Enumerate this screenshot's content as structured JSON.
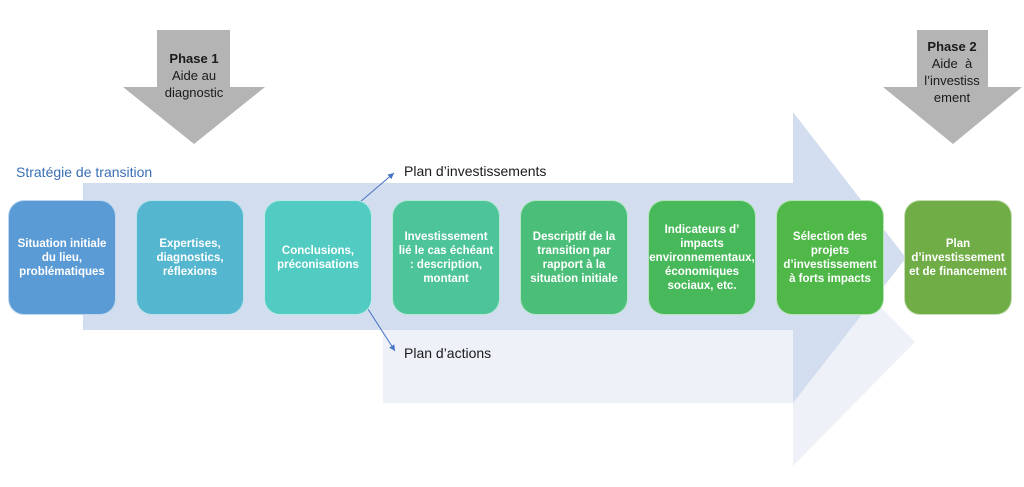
{
  "diagram": {
    "strategy_title": "Stratégie de transition",
    "phases": [
      {
        "title": "Phase 1",
        "lines": [
          "Aide au",
          "diagnostic"
        ],
        "color": "#b4b4b4"
      },
      {
        "title": "Phase 2",
        "lines": [
          "Aide  à",
          "l’investiss",
          "ement"
        ],
        "color": "#b4b4b4"
      }
    ],
    "branches": {
      "top": "Plan d’investissements",
      "bottom": "Plan d’actions"
    },
    "steps": [
      {
        "label": "Situation initiale du lieu, problématiques",
        "color": "#5b9bd5"
      },
      {
        "label": "Expertises, diagnostics, réflexions",
        "color": "#55b6cf"
      },
      {
        "label": "Conclusions, préconisations",
        "color": "#52cbc2"
      },
      {
        "label": "Investissement lié le cas échéant : description, montant",
        "color": "#4dc49a"
      },
      {
        "label": "Descriptif de la transition par rapport à la situation initiale",
        "color": "#4bbf79"
      },
      {
        "label": "Indicateurs d’ impacts environnementaux, économiques sociaux, etc.",
        "color": "#48b95a"
      },
      {
        "label": "Sélection des projets d’investissement à forts impacts",
        "color": "#4fb848"
      },
      {
        "label": "Plan d’investissement et de financement",
        "color": "#70ad47"
      }
    ],
    "colors": {
      "main_arrow": "#d2deef",
      "light_arrow": "#eef2f8",
      "connector": "#4472c4",
      "title": "#3a6fb5"
    }
  }
}
